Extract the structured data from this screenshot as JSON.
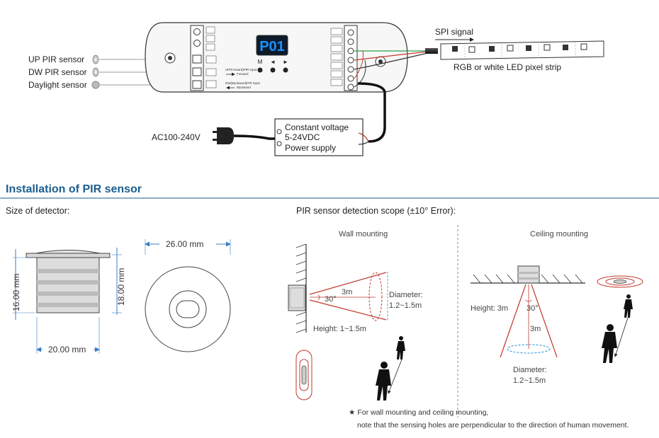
{
  "wiring": {
    "inputs": [
      "UP PIR sensor",
      "DW PIR sensor",
      "Daylight sensor"
    ],
    "display": "P01",
    "buttons": [
      "M",
      "◄",
      "►"
    ],
    "spi_label": "SPI signal",
    "strip_label": "RGB or white LED pixel strip",
    "ac_label": "AC100-240V",
    "psu_lines": [
      "Constant voltage",
      "5-24VDC",
      "Power supply"
    ],
    "up_input_text": "UP(Forward)PIR input",
    "up_input_sub": "Forward",
    "dw_input_text": "DW(Backward)PIR input",
    "dw_input_sub": "Backward"
  },
  "section": {
    "title": "Installation of PIR sensor",
    "size_title": "Size of detector:",
    "scope_title": "PIR sensor detection scope (±10° Error):"
  },
  "detector": {
    "height_label": "16.00 mm",
    "total_height_label": "18.00 mm",
    "width_label": "20.00 mm",
    "diameter_label": "26.00 mm"
  },
  "wall": {
    "title": "Wall mounting",
    "distance": "3m",
    "angle": "30°",
    "diameter_label": "Diameter:",
    "diameter_value": "1.2~1.5m",
    "height": "Height: 1~1.5m"
  },
  "ceiling": {
    "title": "Ceiling mounting",
    "height": "Height: 3m",
    "angle": "30°",
    "distance": "3m",
    "diameter_label": "Diameter:",
    "diameter_value": "1.2~1.5m"
  },
  "note": {
    "line1": "★ For wall mounting and ceiling mounting,",
    "line2": "note that the sensing holes are perpendicular to the direction of human movement."
  },
  "colors": {
    "accent": "#2a8fd6",
    "heading": "#1c5e8f",
    "cone": "#c0392b",
    "led": "#1e90ff",
    "display_bg": "#0d1b2a"
  }
}
